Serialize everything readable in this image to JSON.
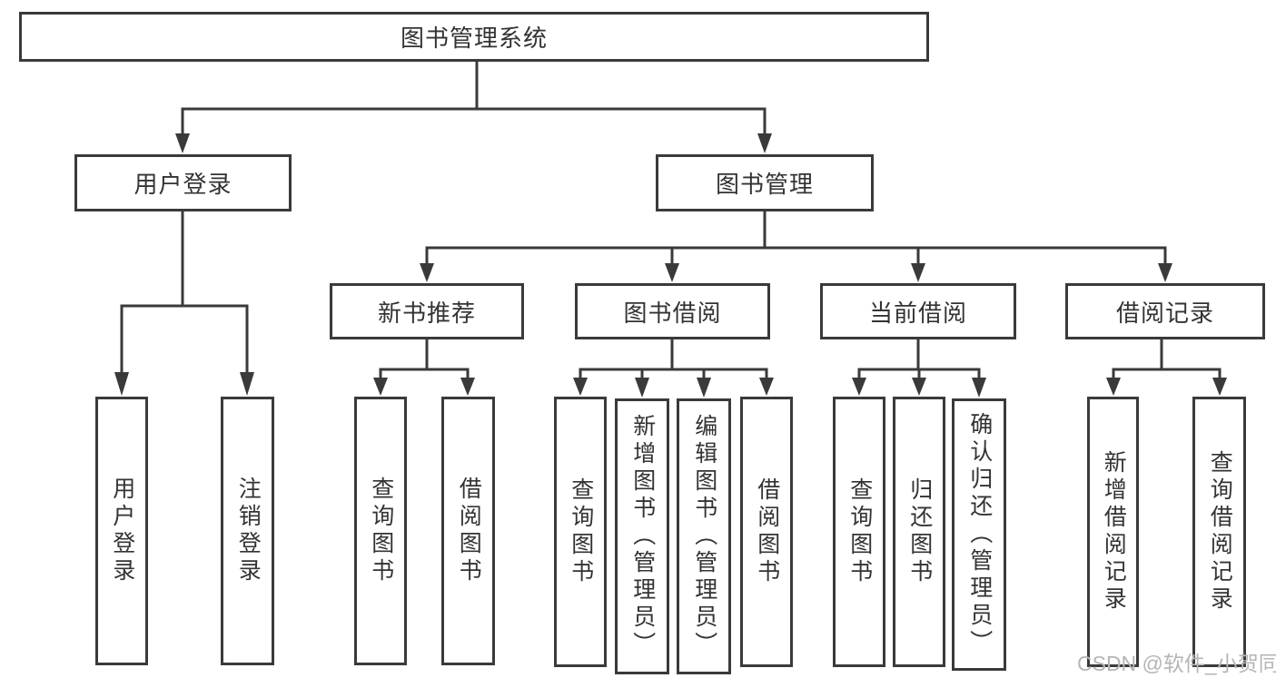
{
  "diagram": {
    "type": "tree",
    "colors": {
      "line": "#3a3a3a",
      "border": "#3a3a3a",
      "text": "#333333",
      "background": "#ffffff",
      "watermark": "#b5b5b5"
    },
    "nodes": {
      "root": "图书管理系统",
      "user_login": "用户登录",
      "book_mgmt": "图书管理",
      "new_book_rec": "新书推荐",
      "book_borrow": "图书借阅",
      "current_borrow": "当前借阅",
      "borrow_records": "借阅记录",
      "v_user_login": "用户登录",
      "v_logout": "注销登录",
      "v_query_book_a": "查询图书",
      "v_borrow_book_a": "借阅图书",
      "v_query_book_b": "查询图书",
      "v_add_book": "新增图书（管理员）",
      "v_edit_book": "编辑图书（管理员）",
      "v_borrow_book_b": "借阅图书",
      "v_query_book_c": "查询图书",
      "v_return_book": "归还图书",
      "v_confirm_return": "确认归还（管理员）",
      "v_add_record": "新增借阅记录",
      "v_query_record": "查询借阅记录"
    },
    "hierarchy": {
      "图书管理系统": {
        "用户登录": [
          "用户登录",
          "注销登录"
        ],
        "图书管理": {
          "新书推荐": [
            "查询图书",
            "借阅图书"
          ],
          "图书借阅": [
            "查询图书",
            "新增图书（管理员）",
            "编辑图书（管理员）",
            "借阅图书"
          ],
          "当前借阅": [
            "查询图书",
            "归还图书",
            "确认归还（管理员）"
          ],
          "借阅记录": [
            "新增借阅记录",
            "查询借阅记录"
          ]
        }
      }
    },
    "watermark": "CSDN @软件_小贺同学"
  }
}
